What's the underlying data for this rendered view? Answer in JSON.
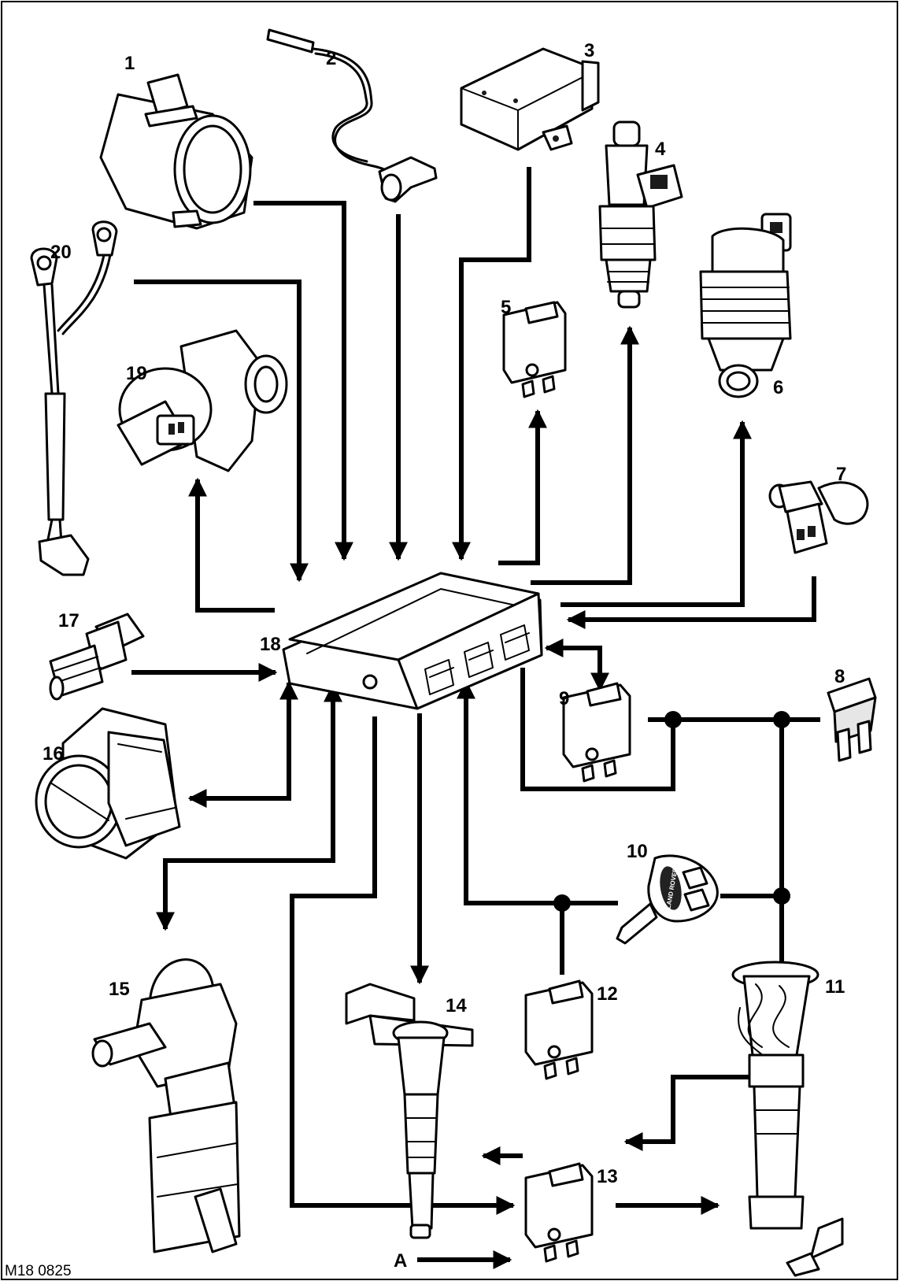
{
  "figure_code": "M18 0825",
  "arrow_key_label": "A",
  "callouts": [
    {
      "id": "1",
      "text": "1"
    },
    {
      "id": "2",
      "text": "2"
    },
    {
      "id": "3",
      "text": "3"
    },
    {
      "id": "4",
      "text": "4"
    },
    {
      "id": "5",
      "text": "5"
    },
    {
      "id": "6",
      "text": "6"
    },
    {
      "id": "7",
      "text": "7"
    },
    {
      "id": "8",
      "text": "8"
    },
    {
      "id": "9",
      "text": "9"
    },
    {
      "id": "10",
      "text": "10"
    },
    {
      "id": "11",
      "text": "11"
    },
    {
      "id": "12",
      "text": "12"
    },
    {
      "id": "13",
      "text": "13"
    },
    {
      "id": "14",
      "text": "14"
    },
    {
      "id": "15",
      "text": "15"
    },
    {
      "id": "16",
      "text": "16"
    },
    {
      "id": "17",
      "text": "17"
    },
    {
      "id": "18",
      "text": "18"
    },
    {
      "id": "19",
      "text": "19"
    },
    {
      "id": "20",
      "text": "20"
    }
  ],
  "key_badge_text": "LAND ROVER"
}
